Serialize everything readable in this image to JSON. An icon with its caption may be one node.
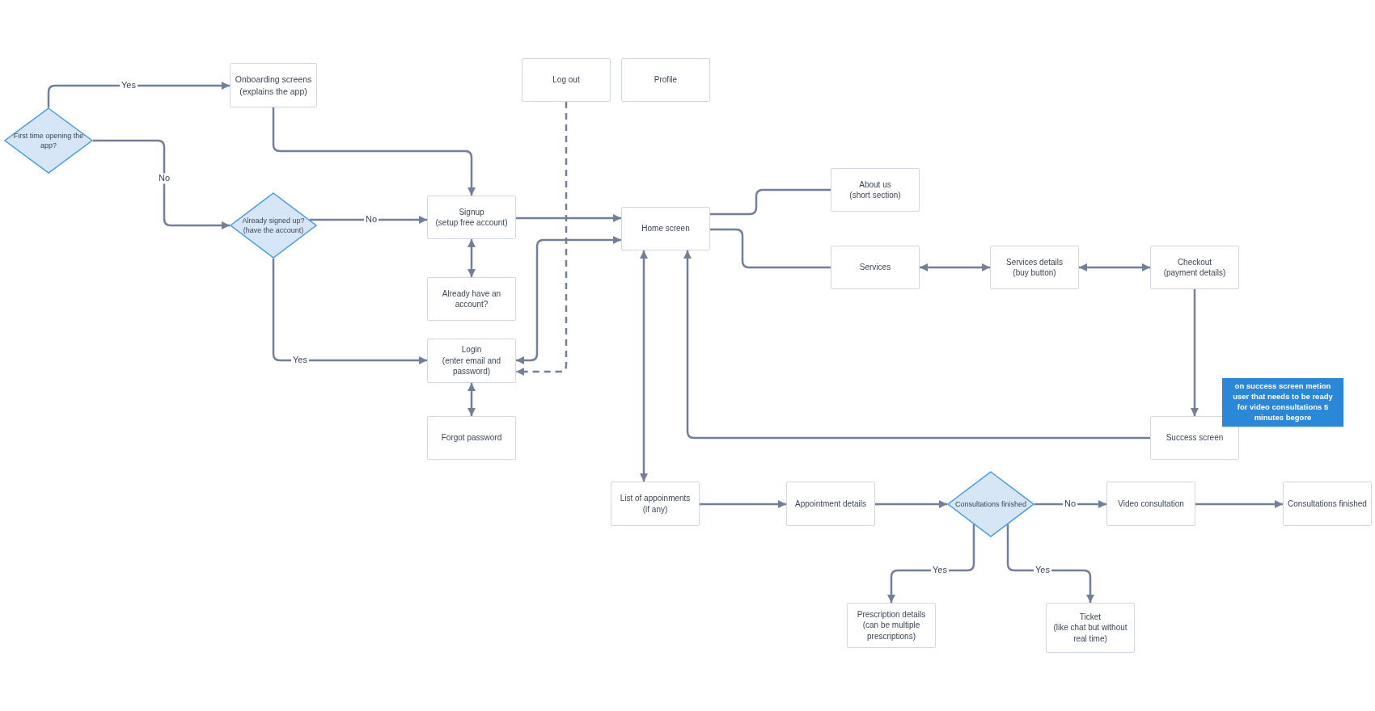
{
  "diagram": {
    "nodes": [
      {
        "text": [
          "First time opening the app?"
        ]
      },
      {
        "text": [
          "Onboarding screens",
          "(explains the app)"
        ]
      },
      {
        "text": [
          "Already signed up?",
          "(have the account)"
        ]
      },
      {
        "text": [
          "Signup",
          "(setup free account)"
        ]
      },
      {
        "text": [
          "Already have an account?"
        ]
      },
      {
        "text": [
          "Login",
          "(enter email and password)"
        ]
      },
      {
        "text": [
          "Forgot password"
        ]
      },
      {
        "text": [
          "Log out"
        ]
      },
      {
        "text": [
          "Profile"
        ]
      },
      {
        "text": [
          "Home screen"
        ]
      },
      {
        "text": [
          "About us",
          "(short section)"
        ]
      },
      {
        "text": [
          "Services"
        ]
      },
      {
        "text": [
          "Services details",
          "(buy button)"
        ]
      },
      {
        "text": [
          "Checkout",
          "(payment details)"
        ]
      },
      {
        "text": [
          "Success screen"
        ]
      },
      {
        "text": [
          "on success screen metion user that needs to be ready for video consultations 5 minutes begore"
        ]
      },
      {
        "text": [
          "List of appoinments",
          "(if any)"
        ]
      },
      {
        "text": [
          "Appointment details"
        ]
      },
      {
        "text": [
          "Consultations finished"
        ]
      },
      {
        "text": [
          "Video consultation"
        ]
      },
      {
        "text": [
          "Consultations finished"
        ]
      },
      {
        "text": [
          "Prescription details",
          "(can be multiple prescriptions)"
        ]
      },
      {
        "text": [
          "Ticket",
          "(like chat but without real time)"
        ]
      }
    ],
    "edges": [
      {
        "from": 0,
        "to": 1,
        "arrow": "to",
        "label": "Yes"
      },
      {
        "from": 0,
        "to": 2,
        "arrow": "to",
        "label": "No"
      },
      {
        "from": 1,
        "to": 3,
        "arrow": "to"
      },
      {
        "from": 2,
        "to": 3,
        "arrow": "to",
        "label": "No"
      },
      {
        "from": 2,
        "to": 5,
        "arrow": "to",
        "label": "Yes"
      },
      {
        "from": 3,
        "to": 4,
        "arrow": "both"
      },
      {
        "from": 5,
        "to": 6,
        "arrow": "both"
      },
      {
        "from": 3,
        "to": 9,
        "arrow": "to"
      },
      {
        "from": 9,
        "to": 5,
        "arrow": "both"
      },
      {
        "from": 7,
        "to": 5,
        "arrow": "to",
        "style": "dashed"
      },
      {
        "from": 9,
        "to": 10,
        "arrow": "none"
      },
      {
        "from": 9,
        "to": 11,
        "arrow": "none"
      },
      {
        "from": 11,
        "to": 12,
        "arrow": "both"
      },
      {
        "from": 12,
        "to": 13,
        "arrow": "both"
      },
      {
        "from": 13,
        "to": 14,
        "arrow": "to"
      },
      {
        "from": 14,
        "to": 9,
        "arrow": "to"
      },
      {
        "from": 9,
        "to": 16,
        "arrow": "both"
      },
      {
        "from": 16,
        "to": 17,
        "arrow": "to"
      },
      {
        "from": 17,
        "to": 18,
        "arrow": "to"
      },
      {
        "from": 18,
        "to": 19,
        "arrow": "to",
        "label": "No"
      },
      {
        "from": 19,
        "to": 20,
        "arrow": "to"
      },
      {
        "from": 18,
        "to": 21,
        "arrow": "to",
        "label": "Yes"
      },
      {
        "from": 18,
        "to": 22,
        "arrow": "to",
        "label": "Yes"
      }
    ]
  }
}
